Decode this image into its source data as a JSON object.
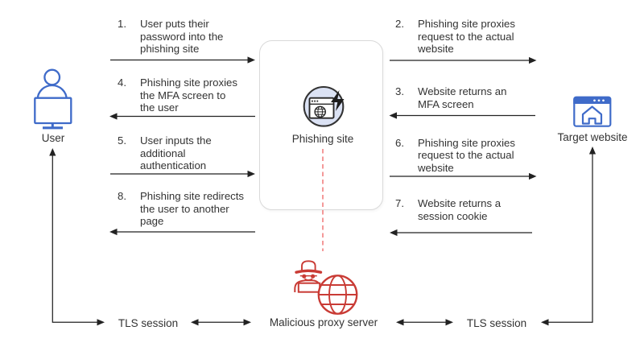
{
  "nodes": {
    "user": {
      "label": "User"
    },
    "phishing": {
      "label": "Phishing site"
    },
    "target": {
      "label": "Target website"
    },
    "proxy": {
      "label": "Malicious proxy server"
    }
  },
  "steps": [
    {
      "num": "1.",
      "text": "User puts their\npassword into the\nphishing site"
    },
    {
      "num": "2.",
      "text": "Phishing site proxies\nrequest to the actual\nwebsite"
    },
    {
      "num": "3.",
      "text": "Website returns an\nMFA screen"
    },
    {
      "num": "4.",
      "text": "Phishing site proxies\nthe MFA screen to\nthe user"
    },
    {
      "num": "5.",
      "text": "User inputs the\nadditional\nauthentication"
    },
    {
      "num": "6.",
      "text": "Phishing site proxies\nrequest to the actual\nwebsite"
    },
    {
      "num": "7.",
      "text": "Website returns a\nsession cookie"
    },
    {
      "num": "8.",
      "text": "Phishing site redirects\nthe user to another\npage"
    }
  ],
  "tls": {
    "left": "TLS session",
    "right": "TLS session"
  },
  "colors": {
    "blue": "#3F6BC9",
    "red": "#C93B35",
    "dash": "#F28080",
    "arrow": "#222222",
    "text": "#333333",
    "box_border": "#d9d9d9",
    "circle_fill": "#dbe2f4"
  }
}
